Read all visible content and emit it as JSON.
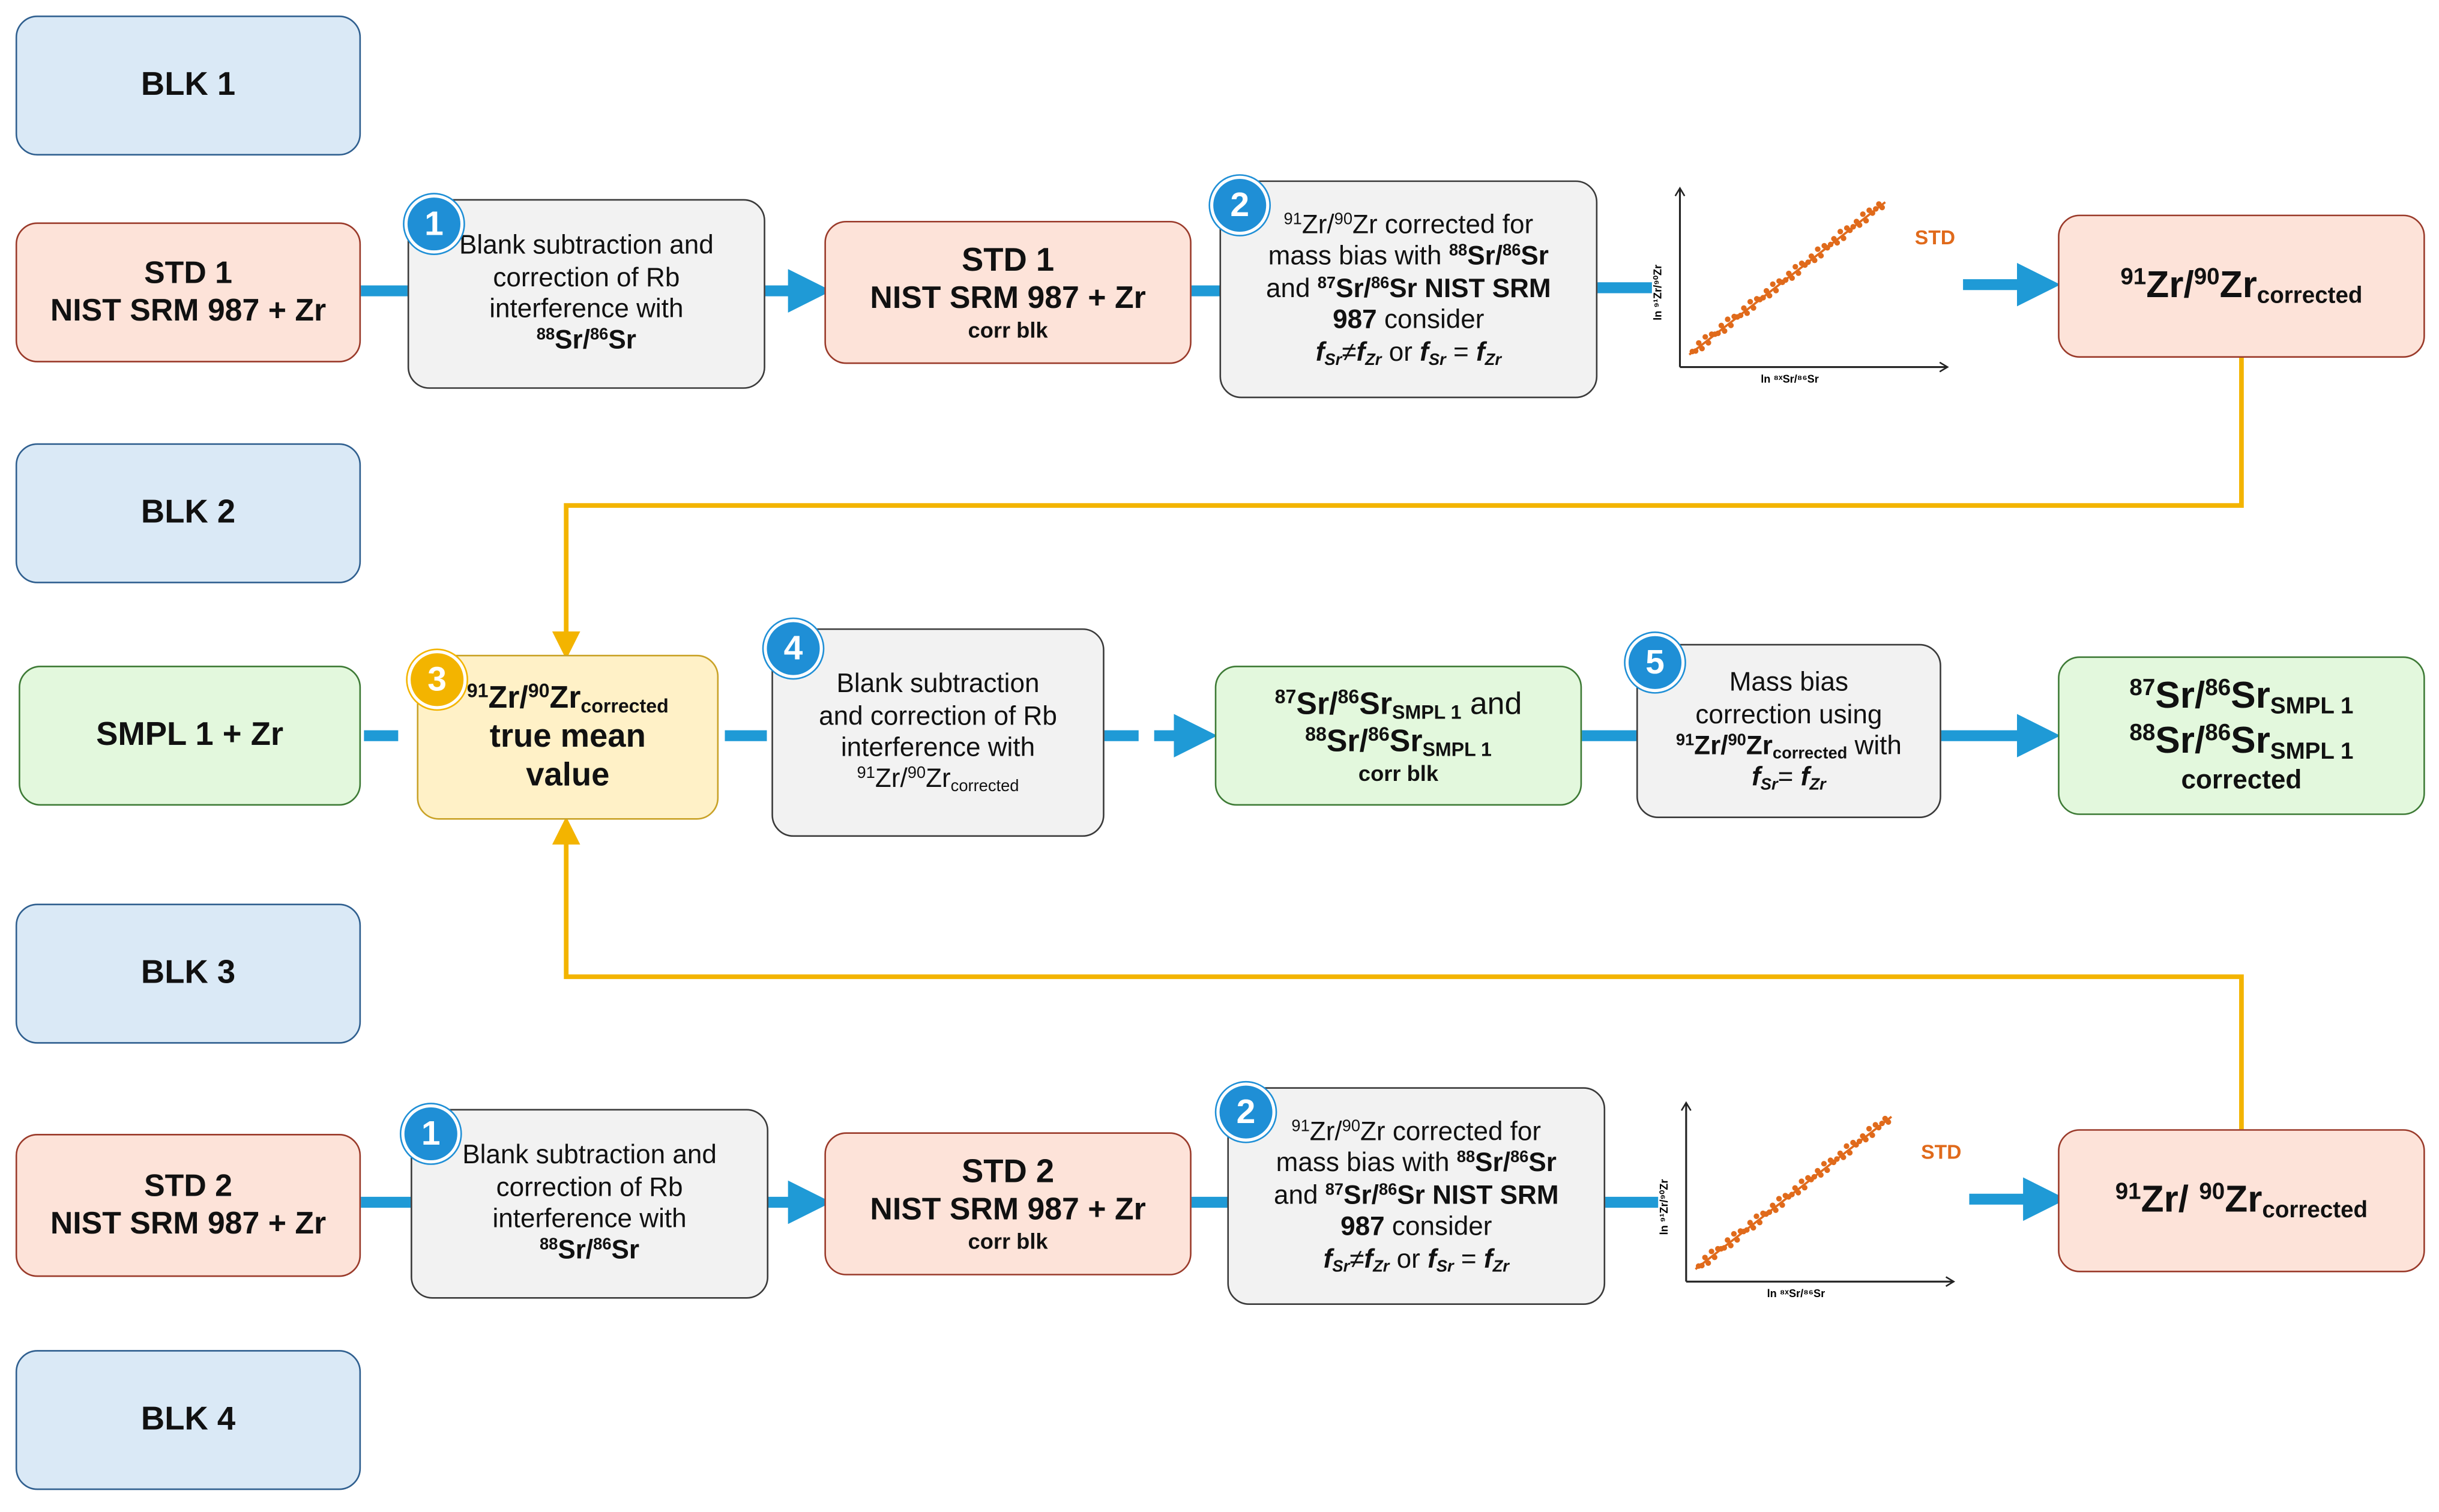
{
  "colors": {
    "arrow_blue": "#1f9ad6",
    "connector_yellow": "#f3b400",
    "blank_fill": "#dae9f6",
    "standard_fill": "#fde3d9",
    "process_fill": "#f2f2f2",
    "sample_fill": "#e3f8dd",
    "mean_fill": "#fff1c7",
    "plot_points": "#e06a1b"
  },
  "blanks": {
    "blk1": "BLK 1",
    "blk2": "BLK 2",
    "blk3": "BLK 3",
    "blk4": "BLK 4"
  },
  "std1": {
    "name": "STD 1",
    "material": "NIST SRM 987 + Zr",
    "corrected_note": "corr blk"
  },
  "std2": {
    "name": "STD 2",
    "material": "NIST SRM 987 + Zr",
    "corrected_note": "corr blk"
  },
  "sample": {
    "name": "SMPL 1 + Zr",
    "sub_label": "SMPL 1",
    "corrected_note": "corr blk",
    "and_word": "and",
    "final_note": "corrected"
  },
  "steps": {
    "s1": {
      "number": "1",
      "line1": "Blank subtraction and",
      "line2": "correction of Rb",
      "line3": "interference with"
    },
    "s2": {
      "number": "2",
      "line1": "Zr corrected for",
      "line2": "mass bias with",
      "line3": "NIST SRM",
      "line4": "987",
      "consider": "consider",
      "or_word": "or"
    },
    "s3": {
      "number": "3",
      "line1": "true mean",
      "line2": "value"
    },
    "s4": {
      "number": "4",
      "line1": "Blank subtraction",
      "line2": "and correction of Rb",
      "line3": "interference with"
    },
    "s5": {
      "number": "5",
      "line1": "Mass bias",
      "line2": "correction using",
      "with_word": "with"
    }
  },
  "isotopes": {
    "m88": "88",
    "m86": "86",
    "m87": "87",
    "m91": "91",
    "m90": "90",
    "sr": "Sr",
    "zr": "Zr",
    "f": "f",
    "neq": "≠",
    "eq": "=",
    "corrected_sub": "corrected"
  },
  "plot": {
    "series_label": "STD",
    "x_axis": "ln ⁸ˣSr/⁸⁶Sr",
    "y_axis": "ln ⁹¹Zr/⁹⁰Zr"
  }
}
